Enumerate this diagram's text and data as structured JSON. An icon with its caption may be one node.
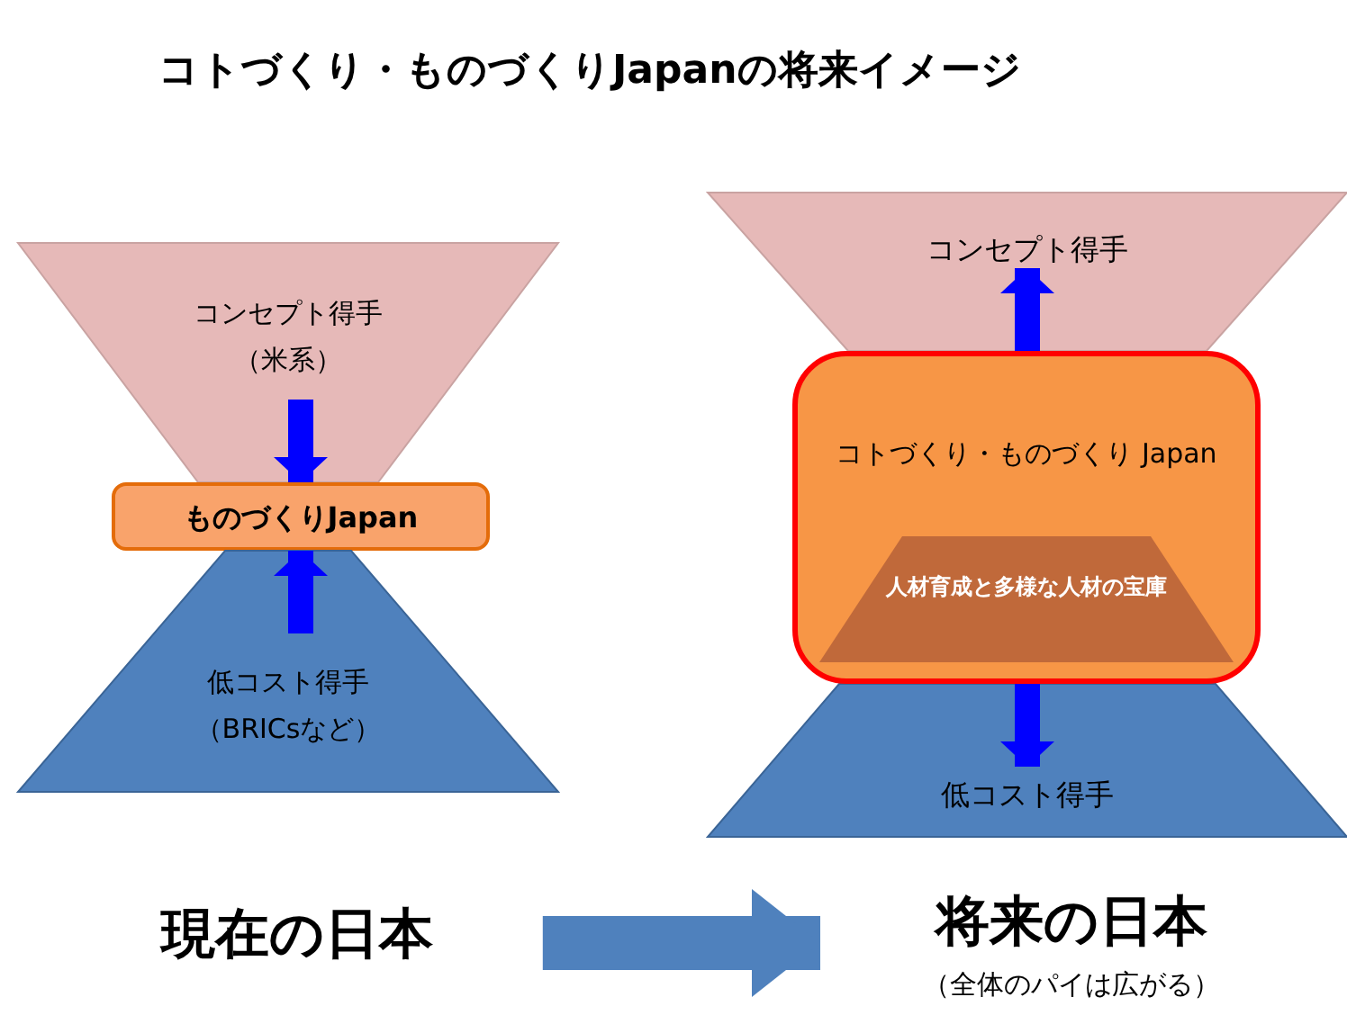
{
  "diagram": {
    "title": "コトづくり・ものづくりJapanの将来イメージ",
    "nodes": [
      {
        "text": [
          "コンセプト得手",
          "（米系）"
        ]
      },
      {
        "text": [
          "ものづくりJapan"
        ]
      },
      {
        "text": [
          "低コスト得手",
          "（BRICsなど）"
        ]
      },
      {
        "text": [
          "コンセプト得手"
        ]
      },
      {
        "text": [
          "コトづくり・ものづくり Japan"
        ]
      },
      {
        "text": [
          "人材育成と多様な人材の宝庫"
        ],
        "in": 4
      },
      {
        "text": [
          "低コスト得手"
        ]
      },
      {
        "text": [
          "現在の日本"
        ]
      },
      {
        "text": [
          "将来の日本"
        ],
        "beside": [
          "（全体のパイは広がる）"
        ]
      }
    ],
    "edges": [
      {
        "from": 0,
        "to": 1,
        "arrow": "to"
      },
      {
        "from": 2,
        "to": 1,
        "arrow": "to"
      },
      {
        "from": 4,
        "to": 3,
        "arrow": "to"
      },
      {
        "from": 4,
        "to": 6,
        "arrow": "to"
      },
      {
        "from": 7,
        "to": 8,
        "arrow": "to",
        "style": "thick",
        "color": "#4f81bd"
      }
    ]
  }
}
